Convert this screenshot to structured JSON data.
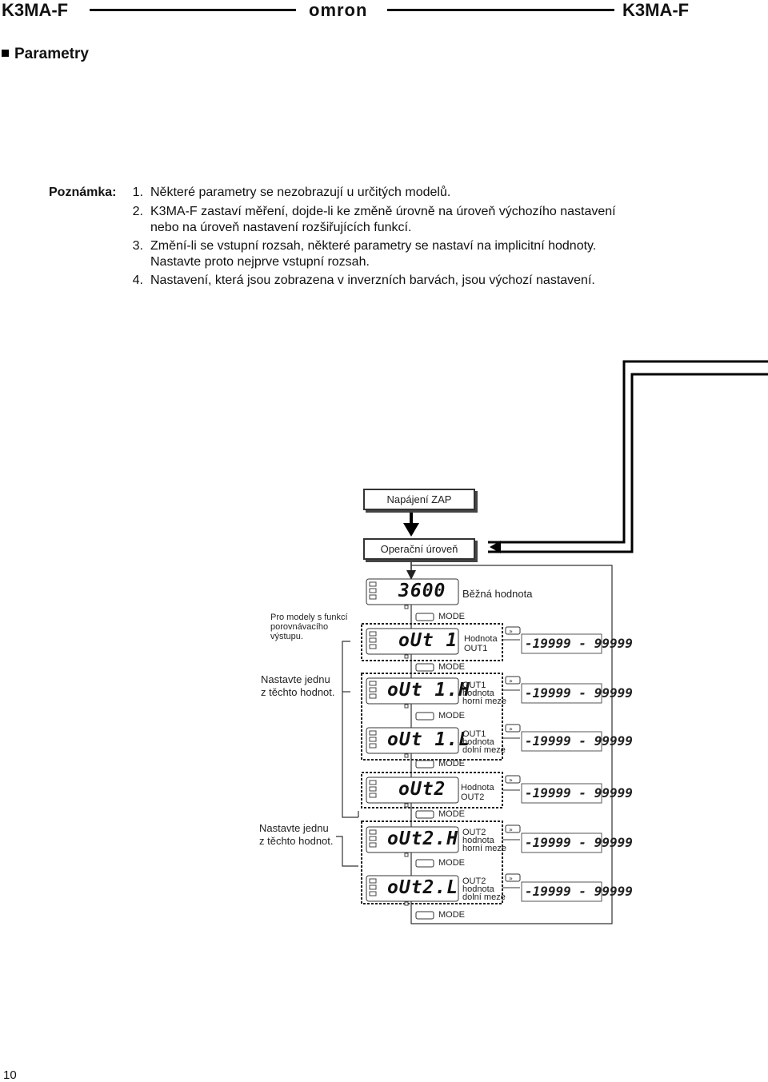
{
  "header": {
    "left": "K3MA-F",
    "logo": "omron",
    "right": "K3MA-F"
  },
  "section": {
    "title": "Parametry"
  },
  "notes": {
    "label": "Poznámka:",
    "items": [
      {
        "num": "1.",
        "lines": [
          "Některé parametry se nezobrazují u určitých modelů."
        ]
      },
      {
        "num": "2.",
        "lines": [
          "K3MA-F zastaví měření, dojde-li ke změně úrovně na úroveň výchozího nastavení",
          "nebo na úroveň nastavení rozšiřujících funkcí."
        ]
      },
      {
        "num": "3.",
        "lines": [
          "Změní-li se vstupní rozsah, některé parametry se nastaví na implicitní hodnoty.",
          "Nastavte proto nejprve vstupní rozsah."
        ]
      },
      {
        "num": "4.",
        "lines": [
          "Nastavení, která jsou zobrazena v inverzních barvách, jsou výchozí nastavení."
        ]
      }
    ]
  },
  "diagram": {
    "power_on": "Napájení ZAP",
    "operation_level": "Operační úroveň",
    "current_value": {
      "display": "3600",
      "label": "Běžná hodnota"
    },
    "comparative_note": [
      "Pro modely s funkcí",
      "porovnávacího",
      "výstupu."
    ],
    "set_one_a": [
      "Nastavte jednu",
      "z těchto hodnot."
    ],
    "set_one_b": [
      "Nastavte jednu",
      "z těchto hodnot."
    ],
    "mode_label": "MODE",
    "range": "-19999 - 99999",
    "params": [
      {
        "display": "oUt 1",
        "label": [
          "Hodnota",
          "OUT1"
        ]
      },
      {
        "display": "oUt 1.H",
        "label": [
          "OUT1",
          "hodnota",
          "horní meze"
        ]
      },
      {
        "display": "oUt 1.L",
        "label": [
          "OUT1",
          "hodnota",
          "dolní meze"
        ]
      },
      {
        "display": "oUt2",
        "label": [
          "Hodnota",
          "OUT2"
        ]
      },
      {
        "display": "oUt2.H",
        "label": [
          "OUT2",
          "hodnota",
          "horní meze"
        ]
      },
      {
        "display": "oUt2.L",
        "label": [
          "OUT2",
          "hodnota",
          "dolní meze"
        ]
      }
    ]
  },
  "page_number": "10"
}
